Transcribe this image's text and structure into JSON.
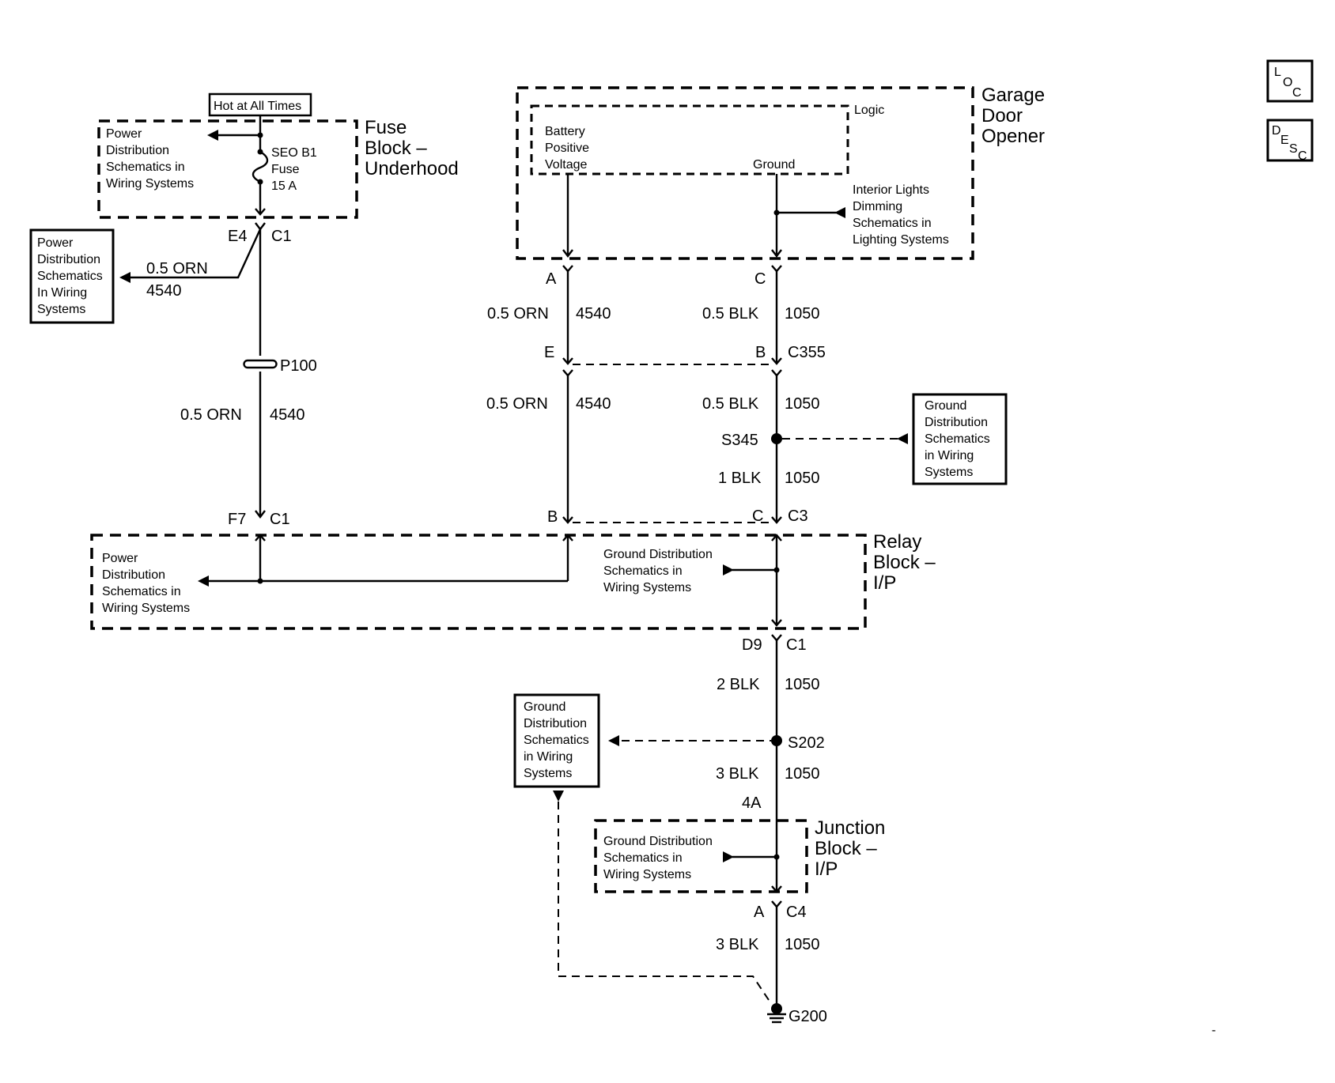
{
  "nav": {
    "loc": {
      "l": "L",
      "o": "O",
      "c": "C"
    },
    "desc": {
      "d": "D",
      "e": "E",
      "s": "S",
      "c": "C"
    }
  },
  "fuse_block": {
    "hot_label": "Hot at All Times",
    "title": [
      "Fuse",
      "Block –",
      "Underhood"
    ],
    "ref": [
      "Power",
      "Distribution",
      "Schematics in",
      "Wiring Systems"
    ],
    "fuse": [
      "SEO B1",
      "Fuse",
      "15 A"
    ]
  },
  "ref_left": [
    "Power",
    "Distribution",
    "Schematics",
    "In Wiring",
    "Systems"
  ],
  "left_circuit": {
    "e4": "E4",
    "c1": "C1",
    "branch_wire": "0.5 ORN",
    "branch_circuit": "4540",
    "p100": "P100",
    "wire": "0.5 ORN",
    "circuit": "4540",
    "f7": "F7",
    "c1b": "C1"
  },
  "garage": {
    "title": [
      "Garage",
      "Door",
      "Opener"
    ],
    "logic": "Logic",
    "battery": [
      "Battery",
      "Positive",
      "Voltage"
    ],
    "ground": "Ground",
    "interior": [
      "Interior Lights",
      "Dimming",
      "Schematics in",
      "Lighting Systems"
    ]
  },
  "mid_circuit": {
    "a": "A",
    "wire1": "0.5 ORN",
    "circuit1": "4540",
    "e": "E",
    "wire2": "0.5 ORN",
    "circuit2": "4540",
    "b": "B"
  },
  "right_circuit": {
    "c": "C",
    "wire1": "0.5 BLK",
    "circuit1": "1050",
    "b": "B",
    "c355": "C355",
    "wire2": "0.5 BLK",
    "circuit2": "1050",
    "s345": "S345",
    "wire3": "1 BLK",
    "circuit3": "1050",
    "c_pin": "C",
    "c3": "C3"
  },
  "ground_ref_right": [
    "Ground",
    "Distribution",
    "Schematics",
    "in Wiring",
    "Systems"
  ],
  "relay_block": {
    "title": [
      "Relay",
      "Block –",
      "I/P"
    ],
    "power_ref": [
      "Power",
      "Distribution",
      "Schematics in",
      "Wiring Systems"
    ],
    "ground_ref": [
      "Ground Distribution",
      "Schematics in",
      "Wiring Systems"
    ]
  },
  "lower_circuit": {
    "d9": "D9",
    "c1": "C1",
    "wire1": "2 BLK",
    "circuit1": "1050",
    "s202": "S202",
    "wire2": "3 BLK",
    "circuit2": "1050",
    "pin4a": "4A",
    "a": "A",
    "c4": "C4",
    "wire3": "3 BLK",
    "circuit3": "1050",
    "g200": "G200"
  },
  "ground_ref_lower": [
    "Ground",
    "Distribution",
    "Schematics",
    "in Wiring",
    "Systems"
  ],
  "junction_block": {
    "title": [
      "Junction",
      "Block –",
      "I/P"
    ],
    "ground_ref": [
      "Ground Distribution",
      "Schematics in",
      "Wiring Systems"
    ]
  },
  "page_mark": "-"
}
